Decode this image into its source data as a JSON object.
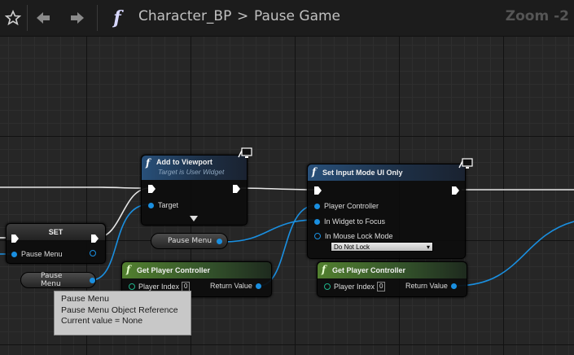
{
  "toolbar": {
    "blueprint_name": "Character_BP",
    "separator": ">",
    "graph_name": "Pause Game",
    "function_glyph": "f",
    "zoom": "Zoom -2"
  },
  "nodes": {
    "set": {
      "title": "SET",
      "pin_label": "Pause Menu"
    },
    "add_to_viewport": {
      "title": "Add to Viewport",
      "subtitle": "Target is User Widget",
      "target": "Target"
    },
    "set_input_mode": {
      "title": "Set Input Mode UI Only",
      "player_controller": "Player Controller",
      "in_widget": "In Widget to Focus",
      "lock_mode": "In Mouse Lock Mode",
      "lock_value": "Do Not Lock"
    },
    "get_pc_1": {
      "title": "Get Player Controller",
      "player_index": "Player Index",
      "index_value": "0",
      "return_value": "Return Value"
    },
    "get_pc_2": {
      "title": "Get Player Controller",
      "player_index": "Player Index",
      "index_value": "0",
      "return_value": "Return Value"
    },
    "var_pause_menu_1": {
      "label": "Pause Menu"
    },
    "var_pause_menu_2": {
      "label": "Pause Menu"
    }
  },
  "tooltip": {
    "line1": "Pause Menu",
    "line2": "Pause Menu Object Reference",
    "line3": "Current value = None"
  },
  "colors": {
    "object_pin": "#1a8fe0",
    "int_pin": "#1fb38a",
    "exec": "#ffffff",
    "func_header": "#28507a",
    "pure_header": "#52802f"
  }
}
